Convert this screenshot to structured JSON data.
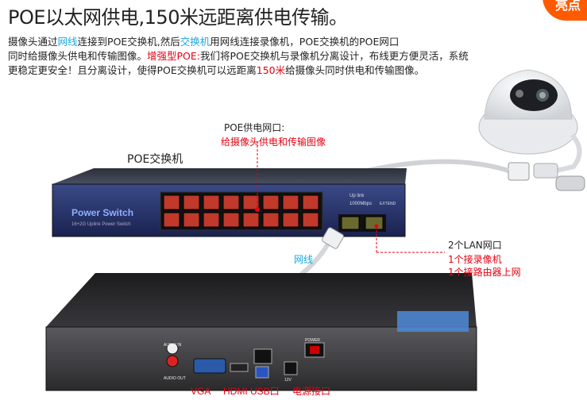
{
  "header": {
    "title": "POE以太网供电,150米远距离供电传输。",
    "badge": "亮点"
  },
  "description": {
    "line1_a": "摄像头通过",
    "line1_b": "网线",
    "line1_c": "连接到POE交换机,然后",
    "line1_d": "交换机",
    "line1_e": "用网线连接录像机，POE交换机的POE网口",
    "line2_a": "同时给摄像头供电和传输图像。",
    "line2_b": "增强型POE:",
    "line2_c": "我们将POE交换机与录像机分离设计，布线更方便灵活，系统",
    "line3_a": "更稳定更安全！且分离设计，使得POE交换机可以远距离",
    "line3_b": "150米",
    "line3_c": "给摄像头同时供电和传输图像。"
  },
  "labels": {
    "poe_port_title": "POE供电网口:",
    "poe_port_desc": "给摄像头供电和传输图像",
    "switch_label": "POE交换机",
    "cable_label": "网线",
    "lan_title": "2个LAN网口",
    "lan_line1": "1个接录像机",
    "lan_line2": "1个接路由器上网"
  },
  "switch_device": {
    "brand": "Power Switch",
    "sub": "16+2G Uplink Power Switch",
    "uplink": "Up link",
    "speed": "1000Mbps",
    "extend": "EXTEND"
  },
  "nvr_ports": {
    "vga": "VGA",
    "hdmi": "HDMI",
    "usb": "USB口",
    "power": "电源接口",
    "audio_in": "AUDIO IN",
    "audio_out": "AUDIO OUT",
    "dc": "12V",
    "power_switch": "POWER"
  }
}
